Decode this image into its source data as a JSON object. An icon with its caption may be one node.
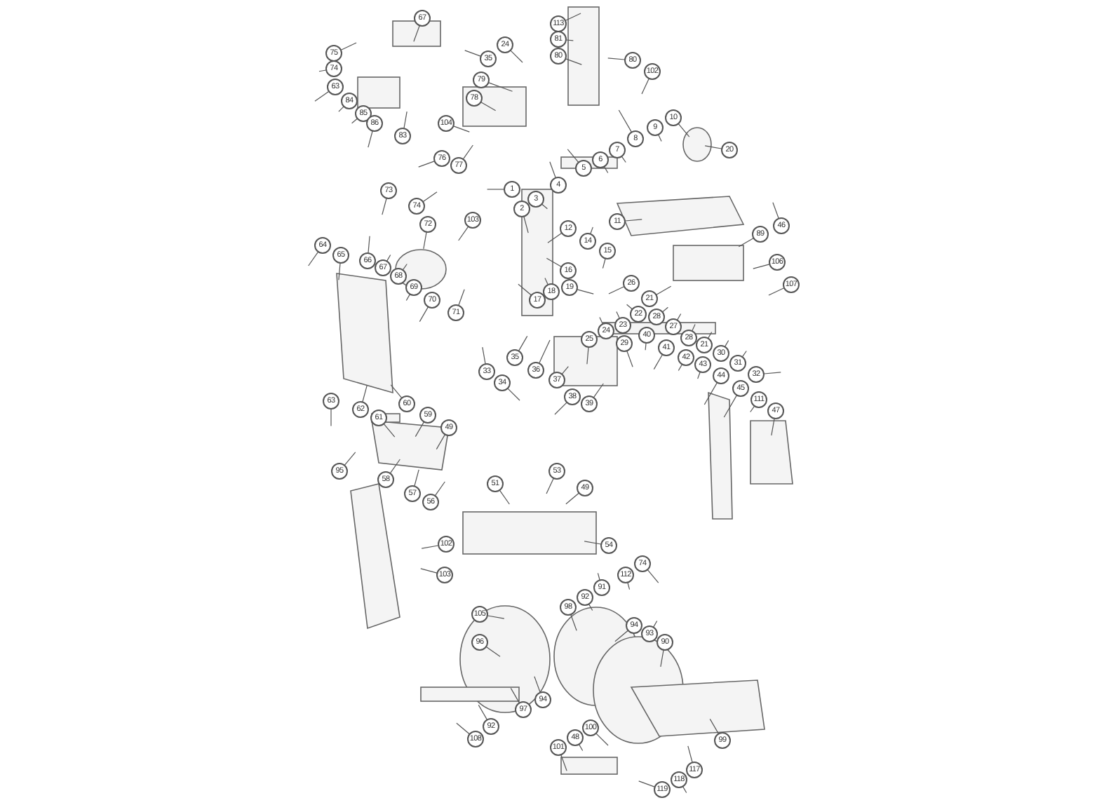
{
  "diagram": {
    "nodes": [
      {
        "text": [
          "67"
        ]
      },
      {
        "text": [
          "75"
        ]
      },
      {
        "text": [
          "74"
        ]
      },
      {
        "text": [
          "63"
        ]
      },
      {
        "text": [
          "84"
        ]
      },
      {
        "text": [
          "85"
        ]
      },
      {
        "text": [
          "86"
        ]
      },
      {
        "text": [
          "24"
        ]
      },
      {
        "text": [
          "35"
        ]
      },
      {
        "text": [
          "79"
        ]
      },
      {
        "text": [
          "78"
        ]
      },
      {
        "text": [
          "104"
        ]
      },
      {
        "text": [
          "83"
        ]
      },
      {
        "text": [
          "113"
        ]
      },
      {
        "text": [
          "81"
        ]
      },
      {
        "text": [
          "80"
        ]
      },
      {
        "text": [
          "80"
        ]
      },
      {
        "text": [
          "102"
        ]
      },
      {
        "text": [
          "10"
        ]
      },
      {
        "text": [
          "9"
        ]
      },
      {
        "text": [
          "8"
        ]
      },
      {
        "text": [
          "7"
        ]
      },
      {
        "text": [
          "6"
        ]
      },
      {
        "text": [
          "5"
        ]
      },
      {
        "text": [
          "20"
        ]
      },
      {
        "text": [
          "76"
        ]
      },
      {
        "text": [
          "77"
        ]
      },
      {
        "text": [
          "73"
        ]
      },
      {
        "text": [
          "4"
        ]
      },
      {
        "text": [
          "1"
        ]
      },
      {
        "text": [
          "3"
        ]
      },
      {
        "text": [
          "74"
        ]
      },
      {
        "text": [
          "2"
        ]
      },
      {
        "text": [
          "72"
        ]
      },
      {
        "text": [
          "103"
        ]
      },
      {
        "text": [
          "11"
        ]
      },
      {
        "text": [
          "12"
        ]
      },
      {
        "text": [
          "14"
        ]
      },
      {
        "text": [
          "15"
        ]
      },
      {
        "text": [
          "89"
        ]
      },
      {
        "text": [
          "46"
        ]
      },
      {
        "text": [
          "64"
        ]
      },
      {
        "text": [
          "65"
        ]
      },
      {
        "text": [
          "66"
        ]
      },
      {
        "text": [
          "67"
        ]
      },
      {
        "text": [
          "68"
        ]
      },
      {
        "text": [
          "69"
        ]
      },
      {
        "text": [
          "70"
        ]
      },
      {
        "text": [
          "71"
        ]
      },
      {
        "text": [
          "16"
        ]
      },
      {
        "text": [
          "19"
        ]
      },
      {
        "text": [
          "18"
        ]
      },
      {
        "text": [
          "17"
        ]
      },
      {
        "text": [
          "106"
        ]
      },
      {
        "text": [
          "107"
        ]
      },
      {
        "text": [
          "26"
        ]
      },
      {
        "text": [
          "21"
        ]
      },
      {
        "text": [
          "22"
        ]
      },
      {
        "text": [
          "23"
        ]
      },
      {
        "text": [
          "28"
        ]
      },
      {
        "text": [
          "27"
        ]
      },
      {
        "text": [
          "28"
        ]
      },
      {
        "text": [
          "24"
        ]
      },
      {
        "text": [
          "25"
        ]
      },
      {
        "text": [
          "29"
        ]
      },
      {
        "text": [
          "40"
        ]
      },
      {
        "text": [
          "41"
        ]
      },
      {
        "text": [
          "42"
        ]
      },
      {
        "text": [
          "21"
        ]
      },
      {
        "text": [
          "30"
        ]
      },
      {
        "text": [
          "31"
        ]
      },
      {
        "text": [
          "32"
        ]
      },
      {
        "text": [
          "43"
        ]
      },
      {
        "text": [
          "44"
        ]
      },
      {
        "text": [
          "45"
        ]
      },
      {
        "text": [
          "111"
        ]
      },
      {
        "text": [
          "47"
        ]
      },
      {
        "text": [
          "33"
        ]
      },
      {
        "text": [
          "34"
        ]
      },
      {
        "text": [
          "35"
        ]
      },
      {
        "text": [
          "36"
        ]
      },
      {
        "text": [
          "37"
        ]
      },
      {
        "text": [
          "38"
        ]
      },
      {
        "text": [
          "39"
        ]
      },
      {
        "text": [
          "63"
        ]
      },
      {
        "text": [
          "62"
        ]
      },
      {
        "text": [
          "61"
        ]
      },
      {
        "text": [
          "60"
        ]
      },
      {
        "text": [
          "59"
        ]
      },
      {
        "text": [
          "49"
        ]
      },
      {
        "text": [
          "95"
        ]
      },
      {
        "text": [
          "58"
        ]
      },
      {
        "text": [
          "57"
        ]
      },
      {
        "text": [
          "56"
        ]
      },
      {
        "text": [
          "51"
        ]
      },
      {
        "text": [
          "53"
        ]
      },
      {
        "text": [
          "49"
        ]
      },
      {
        "text": [
          "102"
        ]
      },
      {
        "text": [
          "54"
        ]
      },
      {
        "text": [
          "103"
        ]
      },
      {
        "text": [
          "74"
        ]
      },
      {
        "text": [
          "112"
        ]
      },
      {
        "text": [
          "91"
        ]
      },
      {
        "text": [
          "92"
        ]
      },
      {
        "text": [
          "98"
        ]
      },
      {
        "text": [
          "105"
        ]
      },
      {
        "text": [
          "94"
        ]
      },
      {
        "text": [
          "93"
        ]
      },
      {
        "text": [
          "90"
        ]
      },
      {
        "text": [
          "96"
        ]
      },
      {
        "text": [
          "94"
        ]
      },
      {
        "text": [
          "97"
        ]
      },
      {
        "text": [
          "92"
        ]
      },
      {
        "text": [
          "108"
        ]
      },
      {
        "text": [
          "100"
        ]
      },
      {
        "text": [
          "48"
        ]
      },
      {
        "text": [
          "101"
        ]
      },
      {
        "text": [
          "99"
        ]
      },
      {
        "text": [
          "117"
        ]
      },
      {
        "text": [
          "118"
        ]
      },
      {
        "text": [
          "119"
        ]
      }
    ],
    "edges": [
      {
        "from": 0,
        "to": null,
        "arrow": "none"
      },
      {
        "from": 1,
        "to": null,
        "arrow": "none"
      },
      {
        "from": 2,
        "to": null,
        "arrow": "none"
      },
      {
        "from": 3,
        "to": null,
        "arrow": "none"
      },
      {
        "from": 4,
        "to": null,
        "arrow": "none"
      },
      {
        "from": 5,
        "to": null,
        "arrow": "none"
      },
      {
        "from": 6,
        "to": null,
        "arrow": "none"
      },
      {
        "from": 7,
        "to": null,
        "arrow": "none"
      },
      {
        "from": 8,
        "to": null,
        "arrow": "none"
      },
      {
        "from": 9,
        "to": null,
        "arrow": "none"
      },
      {
        "from": 10,
        "to": null,
        "arrow": "none"
      },
      {
        "from": 11,
        "to": null,
        "arrow": "none"
      },
      {
        "from": 12,
        "to": null,
        "arrow": "none"
      },
      {
        "from": 13,
        "to": null,
        "arrow": "none"
      },
      {
        "from": 14,
        "to": null,
        "arrow": "none"
      },
      {
        "from": 15,
        "to": null,
        "arrow": "none"
      },
      {
        "from": 16,
        "to": null,
        "arrow": "none"
      },
      {
        "from": 17,
        "to": null,
        "arrow": "none"
      },
      {
        "from": 18,
        "to": null,
        "arrow": "none"
      },
      {
        "from": 19,
        "to": null,
        "arrow": "none"
      },
      {
        "from": 20,
        "to": null,
        "arrow": "none"
      },
      {
        "from": 21,
        "to": null,
        "arrow": "none"
      },
      {
        "from": 22,
        "to": null,
        "arrow": "none"
      },
      {
        "from": 23,
        "to": null,
        "arrow": "none"
      },
      {
        "from": 24,
        "to": null,
        "arrow": "none"
      },
      {
        "from": 25,
        "to": null,
        "arrow": "none"
      },
      {
        "from": 26,
        "to": null,
        "arrow": "none"
      },
      {
        "from": 27,
        "to": null,
        "arrow": "none"
      },
      {
        "from": 28,
        "to": null,
        "arrow": "none"
      },
      {
        "from": 29,
        "to": null,
        "arrow": "none"
      },
      {
        "from": 30,
        "to": null,
        "arrow": "none"
      },
      {
        "from": 31,
        "to": null,
        "arrow": "none"
      },
      {
        "from": 32,
        "to": null,
        "arrow": "none"
      },
      {
        "from": 33,
        "to": null,
        "arrow": "none"
      },
      {
        "from": 34,
        "to": null,
        "arrow": "none"
      },
      {
        "from": 35,
        "to": null,
        "arrow": "none"
      },
      {
        "from": 36,
        "to": null,
        "arrow": "none"
      },
      {
        "from": 37,
        "to": null,
        "arrow": "none"
      },
      {
        "from": 38,
        "to": null,
        "arrow": "none"
      },
      {
        "from": 39,
        "to": null,
        "arrow": "none"
      },
      {
        "from": 40,
        "to": null,
        "arrow": "none"
      },
      {
        "from": 41,
        "to": null,
        "arrow": "none"
      },
      {
        "from": 42,
        "to": null,
        "arrow": "none"
      },
      {
        "from": 43,
        "to": null,
        "arrow": "none"
      },
      {
        "from": 44,
        "to": null,
        "arrow": "none"
      },
      {
        "from": 45,
        "to": null,
        "arrow": "none"
      },
      {
        "from": 46,
        "to": null,
        "arrow": "none"
      },
      {
        "from": 47,
        "to": null,
        "arrow": "none"
      },
      {
        "from": 48,
        "to": null,
        "arrow": "none"
      },
      {
        "from": 49,
        "to": null,
        "arrow": "none"
      },
      {
        "from": 50,
        "to": null,
        "arrow": "none"
      },
      {
        "from": 51,
        "to": null,
        "arrow": "none"
      },
      {
        "from": 52,
        "to": null,
        "arrow": "none"
      },
      {
        "from": 53,
        "to": null,
        "arrow": "none"
      },
      {
        "from": 54,
        "to": null,
        "arrow": "none"
      },
      {
        "from": 55,
        "to": null,
        "arrow": "none"
      },
      {
        "from": 56,
        "to": null,
        "arrow": "none"
      },
      {
        "from": 57,
        "to": null,
        "arrow": "none"
      },
      {
        "from": 58,
        "to": null,
        "arrow": "none"
      },
      {
        "from": 59,
        "to": null,
        "arrow": "none"
      },
      {
        "from": 60,
        "to": null,
        "arrow": "none"
      },
      {
        "from": 61,
        "to": null,
        "arrow": "none"
      },
      {
        "from": 62,
        "to": null,
        "arrow": "none"
      },
      {
        "from": 63,
        "to": null,
        "arrow": "none"
      },
      {
        "from": 64,
        "to": null,
        "arrow": "none"
      },
      {
        "from": 65,
        "to": null,
        "arrow": "none"
      },
      {
        "from": 66,
        "to": null,
        "arrow": "none"
      },
      {
        "from": 67,
        "to": null,
        "arrow": "none"
      },
      {
        "from": 68,
        "to": null,
        "arrow": "none"
      },
      {
        "from": 69,
        "to": null,
        "arrow": "none"
      },
      {
        "from": 70,
        "to": null,
        "arrow": "none"
      },
      {
        "from": 71,
        "to": null,
        "arrow": "none"
      },
      {
        "from": 72,
        "to": null,
        "arrow": "none"
      },
      {
        "from": 73,
        "to": null,
        "arrow": "none"
      },
      {
        "from": 74,
        "to": null,
        "arrow": "none"
      },
      {
        "from": 75,
        "to": null,
        "arrow": "none"
      },
      {
        "from": 76,
        "to": null,
        "arrow": "none"
      },
      {
        "from": 77,
        "to": null,
        "arrow": "none"
      },
      {
        "from": 78,
        "to": null,
        "arrow": "none"
      },
      {
        "from": 79,
        "to": null,
        "arrow": "none"
      },
      {
        "from": 80,
        "to": null,
        "arrow": "none"
      },
      {
        "from": 81,
        "to": null,
        "arrow": "none"
      },
      {
        "from": 82,
        "to": null,
        "arrow": "none"
      },
      {
        "from": 83,
        "to": null,
        "arrow": "none"
      },
      {
        "from": 84,
        "to": null,
        "arrow": "none"
      },
      {
        "from": 85,
        "to": null,
        "arrow": "none"
      },
      {
        "from": 86,
        "to": null,
        "arrow": "none"
      },
      {
        "from": 87,
        "to": null,
        "arrow": "none"
      },
      {
        "from": 88,
        "to": null,
        "arrow": "none"
      },
      {
        "from": 89,
        "to": null,
        "arrow": "none"
      },
      {
        "from": 90,
        "to": null,
        "arrow": "none"
      },
      {
        "from": 91,
        "to": null,
        "arrow": "none"
      },
      {
        "from": 92,
        "to": null,
        "arrow": "none"
      },
      {
        "from": 93,
        "to": null,
        "arrow": "none"
      },
      {
        "from": 94,
        "to": null,
        "arrow": "none"
      },
      {
        "from": 95,
        "to": null,
        "arrow": "none"
      },
      {
        "from": 96,
        "to": null,
        "arrow": "none"
      },
      {
        "from": 97,
        "to": null,
        "arrow": "none"
      },
      {
        "from": 98,
        "to": null,
        "arrow": "none"
      },
      {
        "from": 99,
        "to": null,
        "arrow": "none"
      },
      {
        "from": 100,
        "to": null,
        "arrow": "none"
      },
      {
        "from": 101,
        "to": null,
        "arrow": "none"
      },
      {
        "from": 102,
        "to": null,
        "arrow": "none"
      },
      {
        "from": 103,
        "to": null,
        "arrow": "none"
      },
      {
        "from": 104,
        "to": null,
        "arrow": "none"
      },
      {
        "from": 105,
        "to": null,
        "arrow": "none"
      },
      {
        "from": 106,
        "to": null,
        "arrow": "none"
      },
      {
        "from": 107,
        "to": null,
        "arrow": "none"
      },
      {
        "from": 108,
        "to": null,
        "arrow": "none"
      },
      {
        "from": 109,
        "to": null,
        "arrow": "none"
      },
      {
        "from": 110,
        "to": null,
        "arrow": "none"
      },
      {
        "from": 111,
        "to": null,
        "arrow": "none"
      },
      {
        "from": 112,
        "to": null,
        "arrow": "none"
      },
      {
        "from": 113,
        "to": null,
        "arrow": "none"
      },
      {
        "from": 114,
        "to": null,
        "arrow": "none"
      },
      {
        "from": 115,
        "to": null,
        "arrow": "none"
      },
      {
        "from": 116,
        "to": null,
        "arrow": "none"
      },
      {
        "from": 117,
        "to": null,
        "arrow": "none"
      },
      {
        "from": 118,
        "to": null,
        "arrow": "none"
      },
      {
        "from": 119,
        "to": null,
        "arrow": "none"
      },
      {
        "from": 120,
        "to": null,
        "arrow": "none"
      }
    ]
  }
}
